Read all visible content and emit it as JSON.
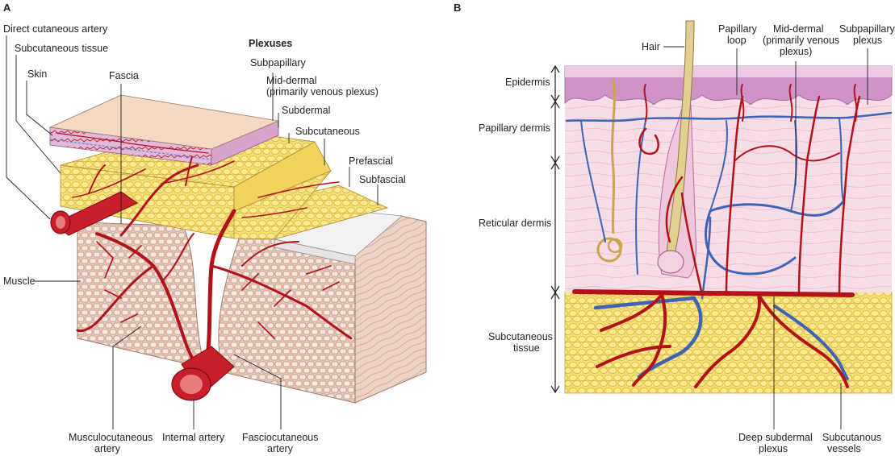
{
  "panels": {
    "a": "A",
    "b": "B"
  },
  "panel_a": {
    "labels": {
      "direct_cutaneous_artery": "Direct cutaneous artery",
      "subcutaneous_tissue": "Subcutaneous tissue",
      "skin": "Skin",
      "fascia": "Fascia",
      "muscle": "Muscle",
      "musculocutaneous_1": "Musculocutaneous",
      "musculocutaneous_2": "artery",
      "internal_artery": "Internal artery",
      "fasciocutaneous_1": "Fasciocutaneous",
      "fasciocutaneous_2": "artery"
    },
    "plexuses": {
      "heading": "Plexuses",
      "subpapillary": "Subpapillary",
      "mid_dermal_1": "Mid-dermal",
      "mid_dermal_2": "(primarily venous plexus)",
      "subdermal": "Subdermal",
      "subcutaneous": "Subcutaneous",
      "prefascial": "Prefascial",
      "subfascial": "Subfascial"
    }
  },
  "panel_b": {
    "layers": {
      "epidermis": "Epidermis",
      "papillary_dermis": "Papillary dermis",
      "reticular_dermis": "Reticular dermis",
      "subcutaneous_1": "Subcutaneous",
      "subcutaneous_2": "tissue"
    },
    "labels": {
      "hair": "Hair",
      "papillary_loop_1": "Papillary",
      "papillary_loop_2": "loop",
      "mid_dermal_1": "Mid-dermal",
      "mid_dermal_2": "(primarily venous",
      "mid_dermal_3": "plexus)",
      "subpapillary_1": "Subpapillary",
      "subpapillary_2": "plexus",
      "deep_subdermal_1": "Deep subdermal",
      "deep_subdermal_2": "plexus",
      "subcutanous_vessels_1": "Subcutanous",
      "subcutanous_vessels_2": "vessels"
    }
  },
  "colors": {
    "artery": "#b3121a",
    "vein": "#3d64b5",
    "fat": "#f3dc6a",
    "skin": "#d9a6cf",
    "dermis": "#f6dbe6",
    "muscle": "#ead2c4"
  }
}
